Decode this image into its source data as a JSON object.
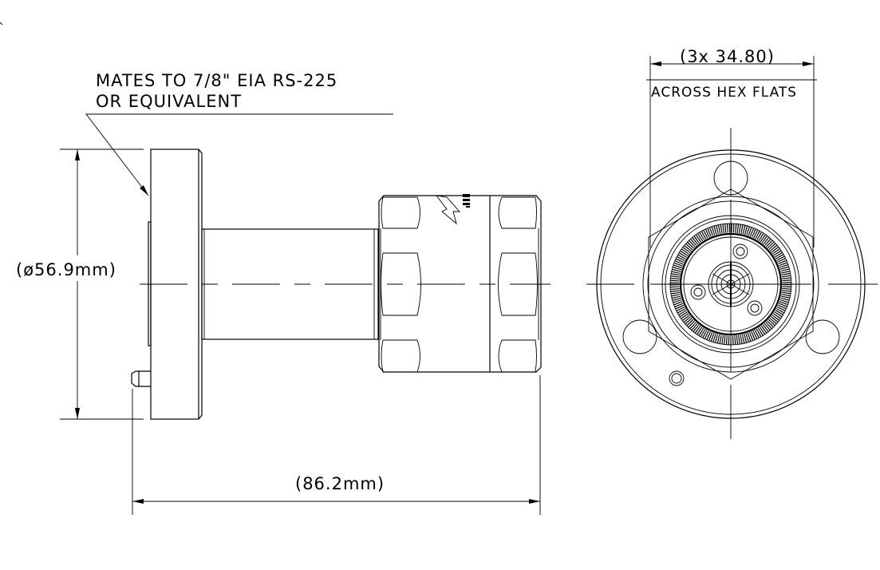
{
  "drawing": {
    "note_line1": "MATES TO 7/8\" EIA RS-225",
    "note_line2": "OR EQUIVALENT",
    "diameter_dim": "(ø56.9mm)",
    "length_dim": "(86.2mm)",
    "hex_dim": "(3x 34.80)",
    "hex_note": "ACROSS HEX FLATS"
  },
  "colors": {
    "line": "#000000",
    "background": "#ffffff"
  }
}
